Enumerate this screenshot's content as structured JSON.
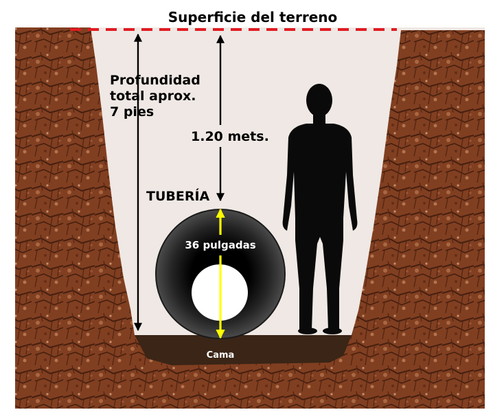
{
  "labels": {
    "surface": "Superficie del terreno",
    "total_depth": [
      "Profundidad",
      "total aprox.",
      "7 pies"
    ],
    "cover_depth": "1.20 mets.",
    "pipe": "TUBERÍA",
    "diameter": "36 pulgadas",
    "bed": "Cama"
  },
  "colors": {
    "surface_line": "#e11b22",
    "soil_dark": "#7a3a1c",
    "soil_light": "#b8714a",
    "bed": "#3a2516",
    "pipe_outer": "#2e2e2e",
    "person": "#0a0a0a",
    "diameter_arrow": "#ffff00",
    "arrows": "#000000"
  },
  "icons": {
    "person": "person-silhouette-icon",
    "pipe": "pipe-cross-section-icon"
  }
}
